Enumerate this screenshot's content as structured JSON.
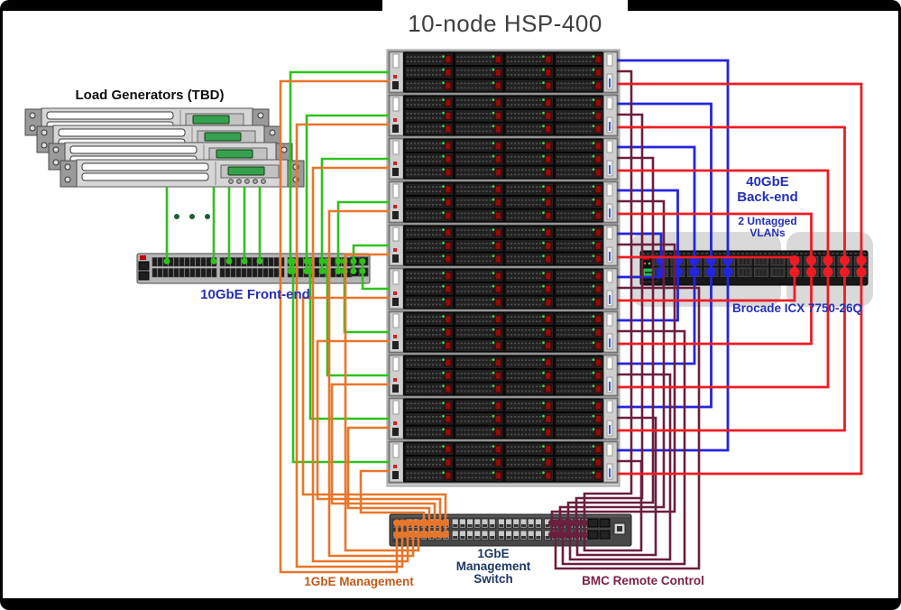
{
  "title": "10-node HSP-400",
  "labels": {
    "load_generators": "Load Generators  (TBD)",
    "front_end": "10GbE Front-end",
    "back_end_line1": "40GbE",
    "back_end_line2": "Back-end",
    "vlans_line1": "2 Untagged",
    "vlans_line2": "VLANs",
    "brocade": "Brocade  ICX 7750-26Q",
    "mgmt_switch_line1": "1GbE",
    "mgmt_switch_line2": "Management",
    "mgmt_switch_line3": "Switch",
    "mgmt_cables": "1GbE Management",
    "bmc_cables": "BMC Remote Control"
  },
  "colors": {
    "cable_green": "#2ec21b",
    "cable_orange": "#e8762a",
    "cable_blue": "#2424dd",
    "cable_maroon": "#6b1f3f",
    "cable_red": "#ed1c24",
    "label_blue": "#2430b4",
    "label_navy": "#1f3864",
    "label_orange": "#c05a1a",
    "label_maroon": "#7d2248",
    "title_text": "#3f3f3f",
    "vlan_highlight": "#d9d9d9"
  },
  "devices": {
    "server_nodes": {
      "count": 10,
      "drive_columns": 4,
      "drive_rows": 3
    },
    "load_generators": {
      "count": 4,
      "more_indicator_dots": 3
    },
    "front_end_switch": {
      "port_columns": 36,
      "port_rows": 2,
      "uplink_ports": 4
    },
    "mgmt_switch": {
      "port_columns": 24,
      "port_rows": 2,
      "sfp_ports": 4
    },
    "brocade_switch": {
      "port_columns": 13,
      "port_rows": 2,
      "blue_columns": 5,
      "empty_columns": 3,
      "red_columns": 5
    }
  },
  "cables": [
    {
      "name": "10gbe-front-end",
      "color_key": "cable_green",
      "count": 10
    },
    {
      "name": "load-generator-links",
      "color_key": "cable_green",
      "count": 5
    },
    {
      "name": "1gbe-management",
      "color_key": "cable_orange",
      "count": 10
    },
    {
      "name": "40gbe-backend-vlan1",
      "color_key": "cable_blue",
      "count": 10
    },
    {
      "name": "40gbe-backend-vlan2",
      "color_key": "cable_red",
      "count": 10
    },
    {
      "name": "bmc-remote-control",
      "color_key": "cable_maroon",
      "count": 10
    }
  ]
}
